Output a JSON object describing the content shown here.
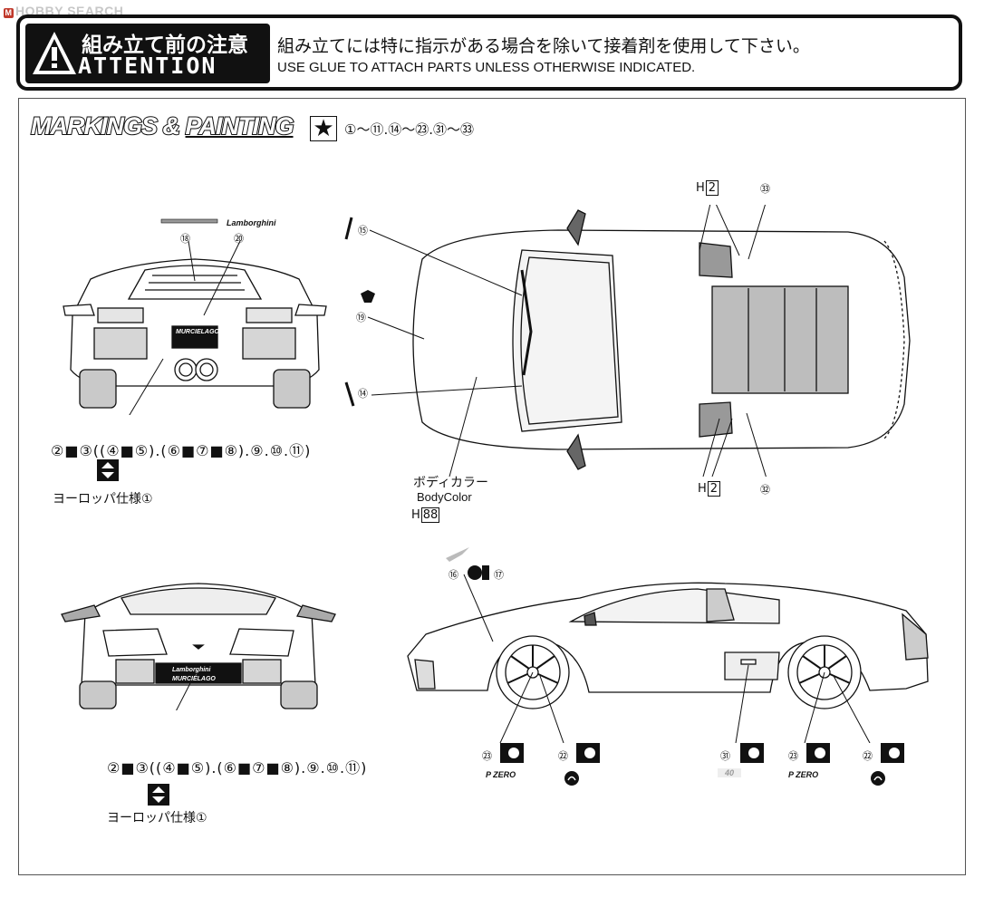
{
  "watermark": {
    "icon": "M",
    "text": "HOBBY SEARCH"
  },
  "attention": {
    "jp_title": "組み立て前の注意",
    "en_title": "ATTENTION",
    "jp_message": "組み立てには特に指示がある場合を除いて接着剤を使用して下さい。",
    "en_message": "USE GLUE TO ATTACH PARTS UNLESS OTHERWISE INDICATED."
  },
  "markings": {
    "title_a": "MARKINGS",
    "title_amp": "&",
    "title_b": "PAINTING",
    "star": "★",
    "decal_range": "①～⑪.⑭～㉓.㉛～㉝"
  },
  "rear_view": {
    "callout_18": "⑱",
    "callout_20": "⑳",
    "badge_lamborghini": "Lamborghini",
    "plate_top": "Lamborghini",
    "plate_text": "MURCIELAGO",
    "decal_sequence": "②■③((④■⑤).(⑥■⑦■⑧).⑨.⑩.⑪)",
    "europe_label": "ヨーロッパ仕様①"
  },
  "front_view": {
    "plate_top": "Lamborghini",
    "plate_text": "MURCIÉLAGO",
    "decal_sequence": "②■③((④■⑤).(⑥■⑦■⑧).⑨.⑩.⑪)",
    "europe_label": "ヨーロッパ仕様①"
  },
  "top_view": {
    "callout_15": "⑮",
    "callout_19": "⑲",
    "callout_14": "⑭",
    "callout_33": "㉝",
    "callout_32": "㉜",
    "h2_top_prefix": "H",
    "h2_top_num": "2",
    "h2_bottom_prefix": "H",
    "h2_bottom_num": "2",
    "body_color_jp": "ボディカラー",
    "body_color_en": "BodyColor",
    "body_color_code_prefix": "H",
    "body_color_code": "88"
  },
  "side_view": {
    "callout_16": "⑯",
    "callout_17": "⑰",
    "callout_23a": "㉓",
    "callout_22a": "㉒",
    "callout_31": "㉛",
    "callout_23b": "㉓",
    "callout_22b": "㉒",
    "pzero_a": "P ZERO",
    "pzero_b": "P ZERO",
    "badge_40": "40"
  },
  "colors": {
    "ink": "#111111",
    "mesh": "#bdbdbd",
    "paper": "#ffffff"
  }
}
